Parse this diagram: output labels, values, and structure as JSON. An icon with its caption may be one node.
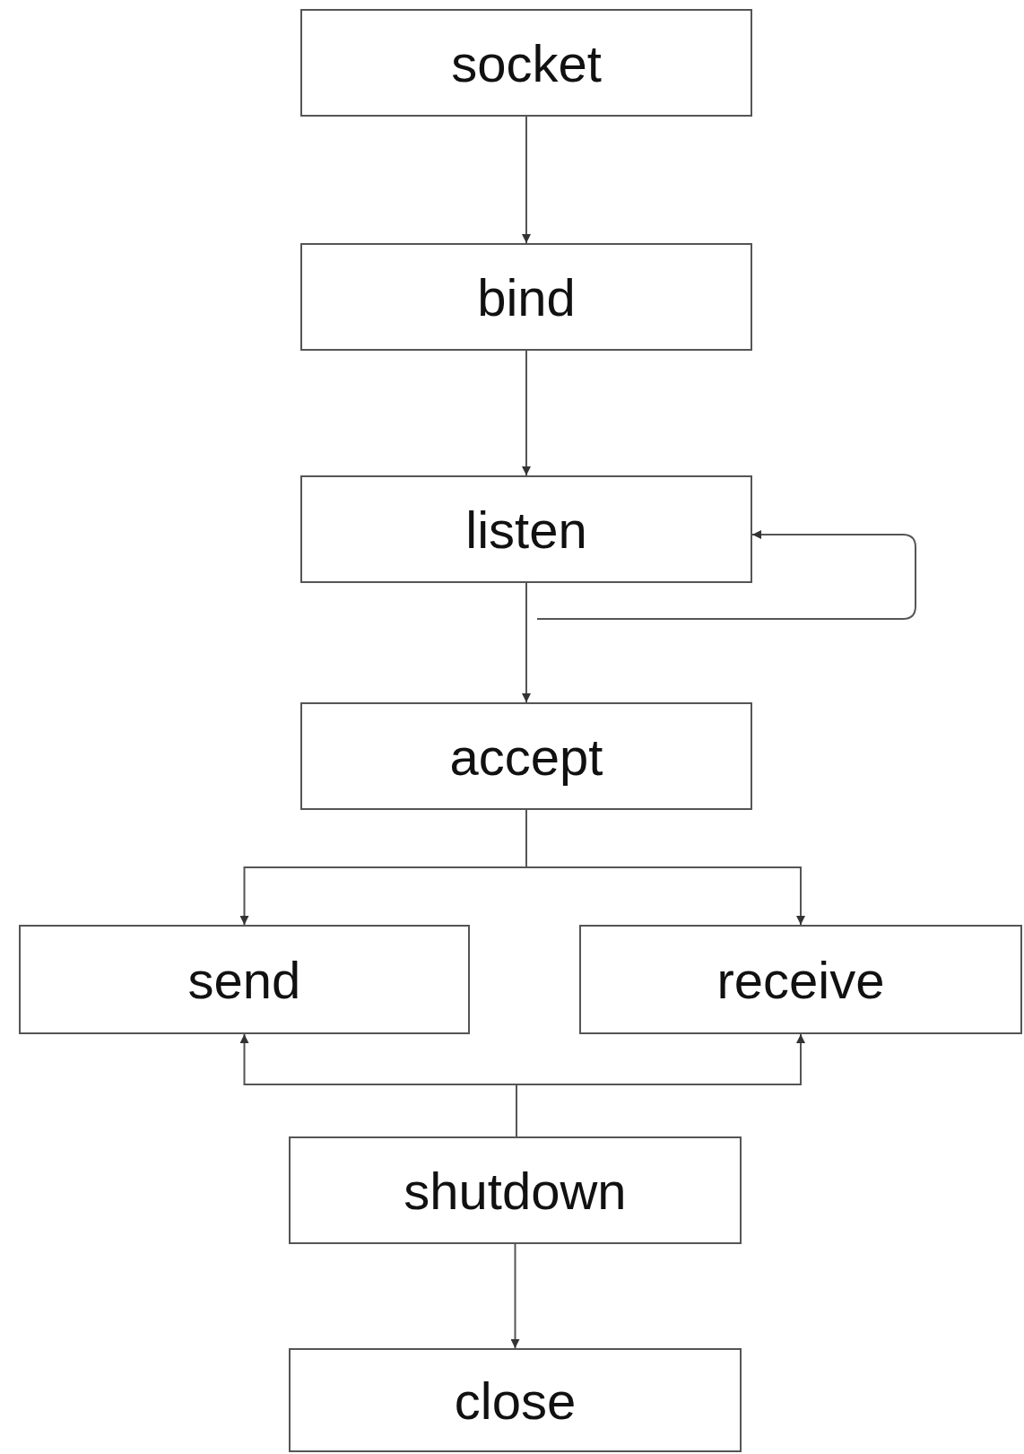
{
  "diagram": {
    "nodes": [
      {
        "text": [
          "socket"
        ]
      },
      {
        "text": [
          "bind"
        ]
      },
      {
        "text": [
          "listen"
        ]
      },
      {
        "text": [
          "accept"
        ]
      },
      {
        "text": [
          "send"
        ]
      },
      {
        "text": [
          "receive"
        ]
      },
      {
        "text": [
          "shutdown"
        ]
      },
      {
        "text": [
          "close"
        ]
      }
    ],
    "edges": [
      {
        "from": 0,
        "to": 1,
        "arrow": "to"
      },
      {
        "from": 1,
        "to": 2,
        "arrow": "to"
      },
      {
        "from": 2,
        "to": 3,
        "arrow": "to"
      },
      {
        "from": null,
        "to": 2,
        "arrow": "to"
      },
      {
        "from": 3,
        "to": 4,
        "arrow": "to"
      },
      {
        "from": 3,
        "to": 5,
        "arrow": "to"
      },
      {
        "from": 6,
        "to": 4,
        "arrow": "to"
      },
      {
        "from": 6,
        "to": 5,
        "arrow": "to"
      },
      {
        "from": 6,
        "to": 7,
        "arrow": "to"
      }
    ]
  }
}
